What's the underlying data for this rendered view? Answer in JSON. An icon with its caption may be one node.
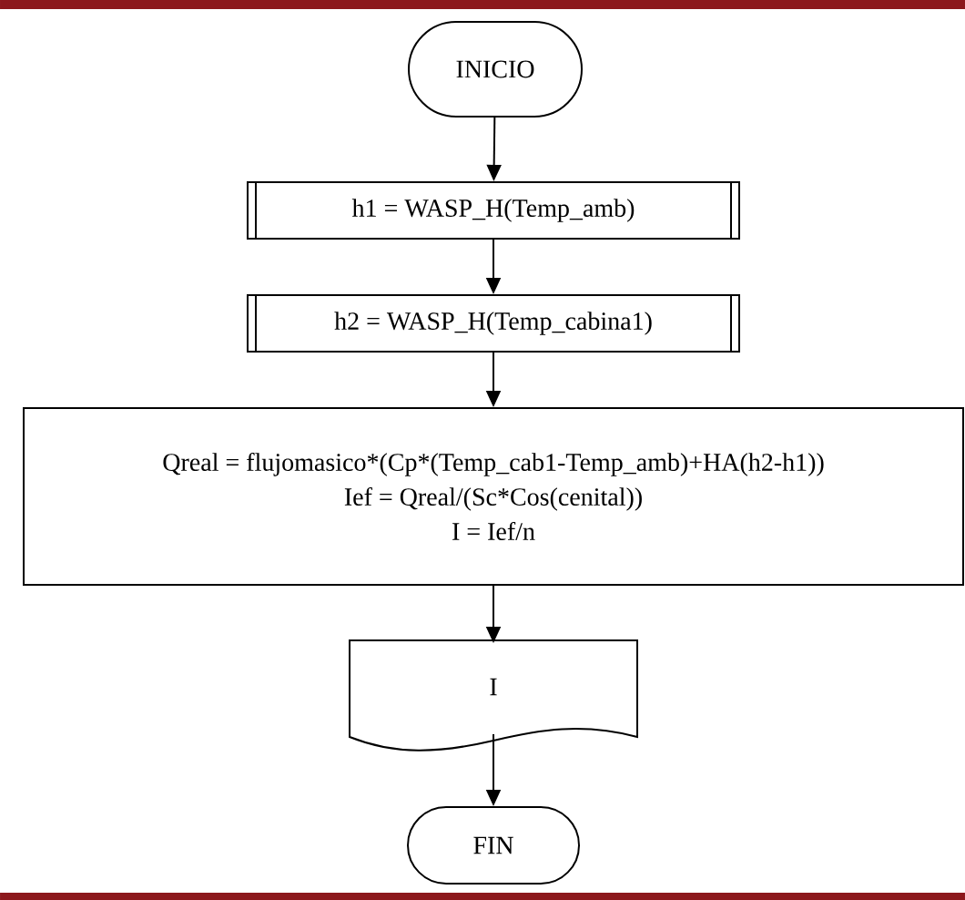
{
  "diagram": {
    "nodes": [
      {
        "text": [
          "INICIO"
        ]
      },
      {
        "text": [
          "h1 = WASP_H(Temp_amb)"
        ]
      },
      {
        "text": [
          "h2 = WASP_H(Temp_cabina1)"
        ]
      },
      {
        "text": [
          "Qreal = flujomasico*(Cp*(Temp_cab1-Temp_amb)+HA(h2-h1))",
          "Ief = Qreal/(Sc*Cos(cenital))",
          "I = Ief/n"
        ]
      },
      {
        "text": [
          "I"
        ]
      },
      {
        "text": [
          "FIN"
        ]
      }
    ],
    "edges": [
      {
        "from": 0,
        "to": 1,
        "arrow": "to"
      },
      {
        "from": 1,
        "to": 2,
        "arrow": "to"
      },
      {
        "from": 2,
        "to": 3,
        "arrow": "to"
      },
      {
        "from": 3,
        "to": 4,
        "arrow": "to"
      },
      {
        "from": 4,
        "to": 5,
        "arrow": "to"
      }
    ]
  }
}
